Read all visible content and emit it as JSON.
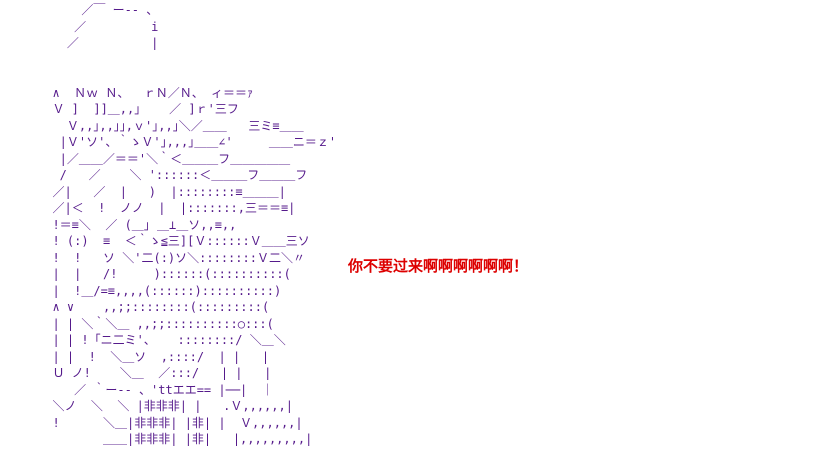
{
  "page": {
    "background": "#ffffff"
  },
  "ascii_art": {
    "description": "ascii-art-character",
    "color": "#551A8B",
    "lines": [
      "      ／￣ ー-- 、",
      "     ／         i",
      "    ／          |",
      "",
      "",
      "  ∧  Ｎｗ Ｎ、  ｒＮ／Ｎ、 ィ＝＝ｧ",
      "  Ｖ ]  ]]＿,,｣    ／ ]ｒ'三フ",
      "    Ｖ,,｣,,｣｣,ｖ'｣,,｣＼／＿＿   三ミ≡＿＿",
      "   |Ｖ'ソ'、｀ゝＶ'｣,,,｣＿＿∠'     ＿＿ニ＝ｚ'",
      "   |／＿＿／＝＝'＼｀＜＿＿＿フ＿＿＿＿＿",
      "   /   ／    ＼ '::::::＜＿＿＿フ＿＿＿フ",
      "  ／|   ／  |   )  |::::::::≡＿＿＿|",
      "  ／|＜  !  ノノ  |  |:::::::,三＝＝≡|",
      "  !＝≡＼  ／ (＿｣ ＿⊥＿ソ,,≡,,",
      "  ! (:)  ≡  ＜｀ゝ≦三][Ｖ::::::Ｖ＿＿三ソ",
      "  !  !   ソ ＼'二(:)ソ＼::::::::Ｖ二＼〃",
      "  |  |   /!     )::::::(::::::::::(",
      "  |  !＿/=≡,,,,(::::::)::::::::::)",
      "  ∧ ∨    ,,;;::::::::(:::::::::(",
      "  | | ＼｀＼＿ ,,;;::::::::::○:::(",
      "  | | !「ニ二ミ'、   ::::::::/ ＼＿＼",
      "  | |  !  ＼＿ソ  ,::::/  | |   |",
      "  Ｕ ノ!    ＼＿  ／:::/   | |   |",
      "     ／ ｀ー-- 、'ttエエ== |──|  ｜",
      "  ＼ノ  ＼  ＼ |非非非| |   .Ｖ,,,,,,|",
      "  !      ＼＿|非非非| |非| |  Ｖ,,,,,,|",
      "         ＿＿|非非非| |非|   |,,,,,,,,,|"
    ]
  },
  "speech": {
    "text": "你不要过来啊啊啊啊啊啊！",
    "color": "#dd0000"
  }
}
